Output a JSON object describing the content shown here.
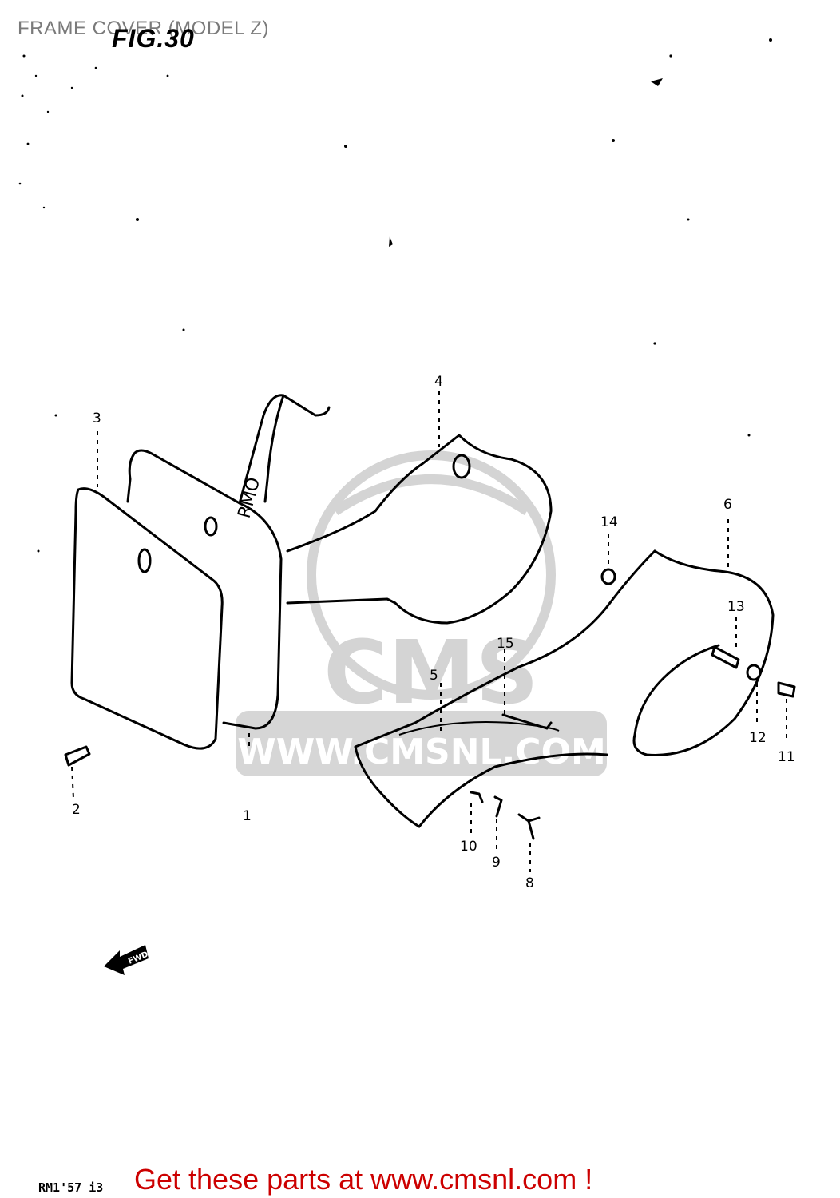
{
  "header": {
    "title": "FRAME COVER (MODEL Z)",
    "fig_stamp": "FIG.30"
  },
  "watermark": {
    "logo_text": "CMS",
    "url_text": "WWW.CMSNL.COM"
  },
  "callouts": [
    {
      "id": "1",
      "label": "1"
    },
    {
      "id": "2",
      "label": "2"
    },
    {
      "id": "3",
      "label": "3"
    },
    {
      "id": "4",
      "label": "4"
    },
    {
      "id": "5",
      "label": "5"
    },
    {
      "id": "6",
      "label": "6"
    },
    {
      "id": "8",
      "label": "8"
    },
    {
      "id": "9",
      "label": "9"
    },
    {
      "id": "10",
      "label": "10"
    },
    {
      "id": "11",
      "label": "11"
    },
    {
      "id": "12",
      "label": "12"
    },
    {
      "id": "13",
      "label": "13"
    },
    {
      "id": "14",
      "label": "14"
    },
    {
      "id": "15",
      "label": "15"
    }
  ],
  "fwd_arrow_label": "FWD",
  "footer": {
    "code": "RM1'57 i3",
    "cta": "Get these parts at www.cmsnl.com !"
  },
  "colors": {
    "cta": "#cc0000",
    "title": "#7a7a7a",
    "watermark": "#d4d4d4"
  }
}
